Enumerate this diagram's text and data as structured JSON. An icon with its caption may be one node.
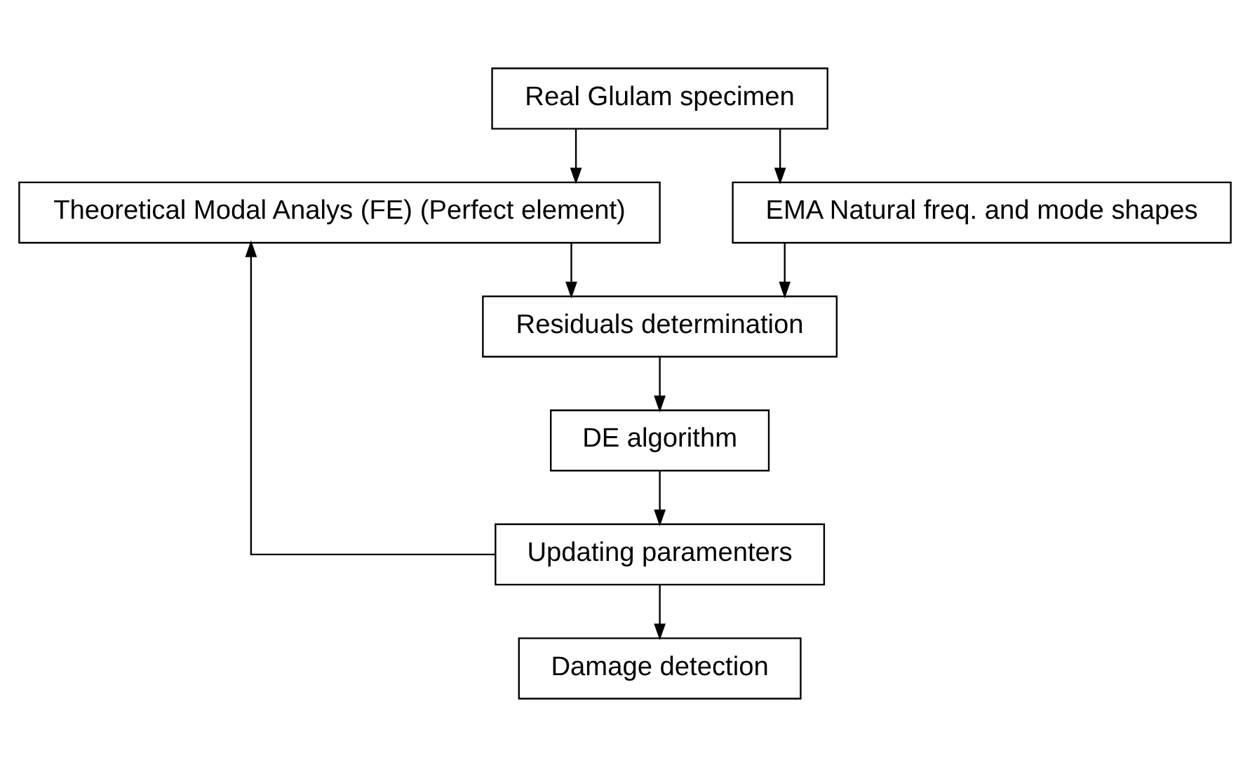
{
  "diagram": {
    "nodes": [
      {
        "text": [
          "Real Glulam specimen"
        ]
      },
      {
        "text": [
          "Theoretical Modal Analys (FE) (Perfect element)"
        ]
      },
      {
        "text": [
          "EMA Natural freq. and mode shapes"
        ]
      },
      {
        "text": [
          "Residuals determination"
        ]
      },
      {
        "text": [
          "DE algorithm"
        ]
      },
      {
        "text": [
          "Updating paramenters"
        ]
      },
      {
        "text": [
          "Damage detection"
        ]
      }
    ],
    "edges": [
      {
        "from": 0,
        "to": 1,
        "arrow": "to"
      },
      {
        "from": 0,
        "to": 2,
        "arrow": "to"
      },
      {
        "from": 1,
        "to": 3,
        "arrow": "to"
      },
      {
        "from": 2,
        "to": 3,
        "arrow": "to"
      },
      {
        "from": 3,
        "to": 4,
        "arrow": "to"
      },
      {
        "from": 4,
        "to": 5,
        "arrow": "to"
      },
      {
        "from": 5,
        "to": 1,
        "arrow": "to"
      },
      {
        "from": 5,
        "to": 6,
        "arrow": "to"
      }
    ]
  }
}
